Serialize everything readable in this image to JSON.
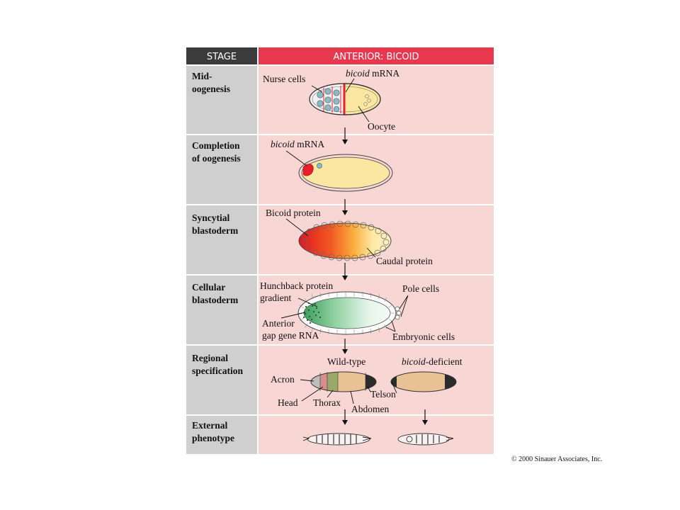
{
  "header": {
    "stage_title": "STAGE",
    "pathway_title": "ANTERIOR: BICOID"
  },
  "stages": [
    {
      "line1": "Mid-",
      "line2": "oogenesis"
    },
    {
      "line1": "Completion",
      "line2": "of oogenesis"
    },
    {
      "line1": "Syncytial",
      "line2": "blastoderm"
    },
    {
      "line1": "Cellular",
      "line2": "blastoderm"
    },
    {
      "line1": "Regional",
      "line2": "specification"
    },
    {
      "line1": "External",
      "line2": "phenotype"
    }
  ],
  "labels": {
    "nurse_cells": "Nurse cells",
    "bicoid_italic": "bicoid",
    "mrna": " mRNA",
    "oocyte": "Oocyte",
    "bicoid_protein": "Bicoid protein",
    "caudal_protein": "Caudal protein",
    "hunchback_line1": "Hunchback protein",
    "hunchback_line2": "gradient",
    "pole_cells": "Pole cells",
    "anterior_line1": "Anterior",
    "anterior_line2": "gap gene RNA",
    "embryonic_cells": "Embryonic cells",
    "wild_type": "Wild-type",
    "deficient_suffix": "-deficient",
    "acron": "Acron",
    "head": "Head",
    "thorax": "Thorax",
    "abdomen": "Abdomen",
    "telson": "Telson"
  },
  "colors": {
    "header_stage": "#3b3b3b",
    "header_pathway": "#e8384f",
    "stage_cell": "#cfcfcf",
    "pathway_cell": "#f8d6d3",
    "yolk": "#fbe6a2",
    "bicoid_red": "#e8202c",
    "nucleus": "#8fb9c0",
    "gradient_green": "#5fb878",
    "head_pink": "#d98e8e",
    "thorax_green": "#9aa86a",
    "abdomen_tan": "#e8c295"
  },
  "footer": {
    "copyright": "© 2000 Sinauer Associates, Inc."
  }
}
